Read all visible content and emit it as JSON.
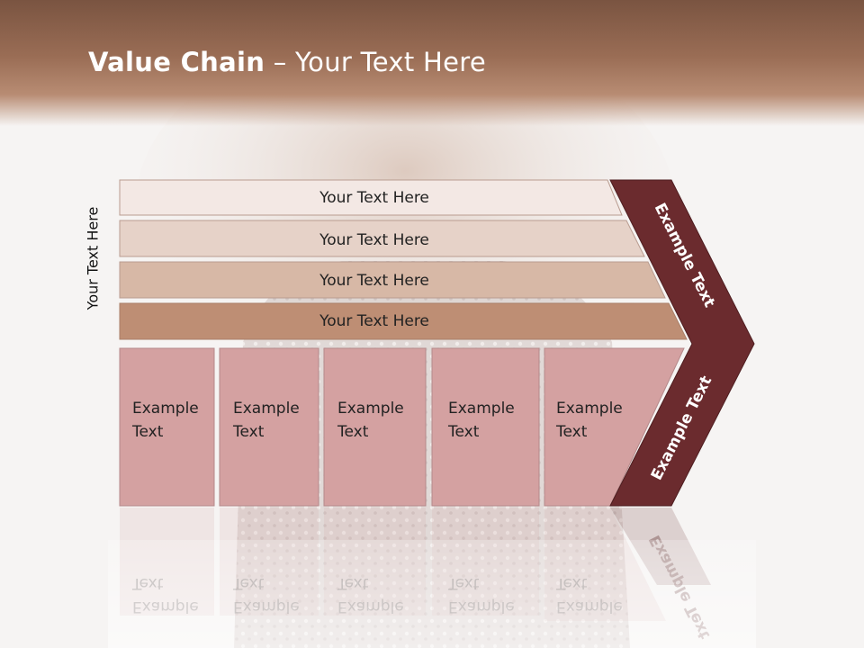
{
  "slide": {
    "title_bold": "Value Chain",
    "title_rest": " – Your Text Here",
    "side_label": "Your Text Here"
  },
  "bars": [
    {
      "label": "Your Text Here",
      "color": "#f3e8e4"
    },
    {
      "label": "Your Text Here",
      "color": "#e6d2c8"
    },
    {
      "label": "Your Text Here",
      "color": "#d7b8a6"
    },
    {
      "label": "Your Text Here",
      "color": "#be8e74"
    }
  ],
  "boxes": [
    {
      "line1": "Example",
      "line2": "Text"
    },
    {
      "line1": "Example",
      "line2": "Text"
    },
    {
      "line1": "Example",
      "line2": "Text"
    },
    {
      "line1": "Example",
      "line2": "Text"
    },
    {
      "line1": "Example",
      "line2": "Text"
    }
  ],
  "arrow": {
    "upper_label": "Example Text",
    "lower_label": "Example Text",
    "color": "#6b2b2e"
  },
  "colors": {
    "box_fill": "#d4a1a1",
    "header_brown": "#7a5441"
  }
}
